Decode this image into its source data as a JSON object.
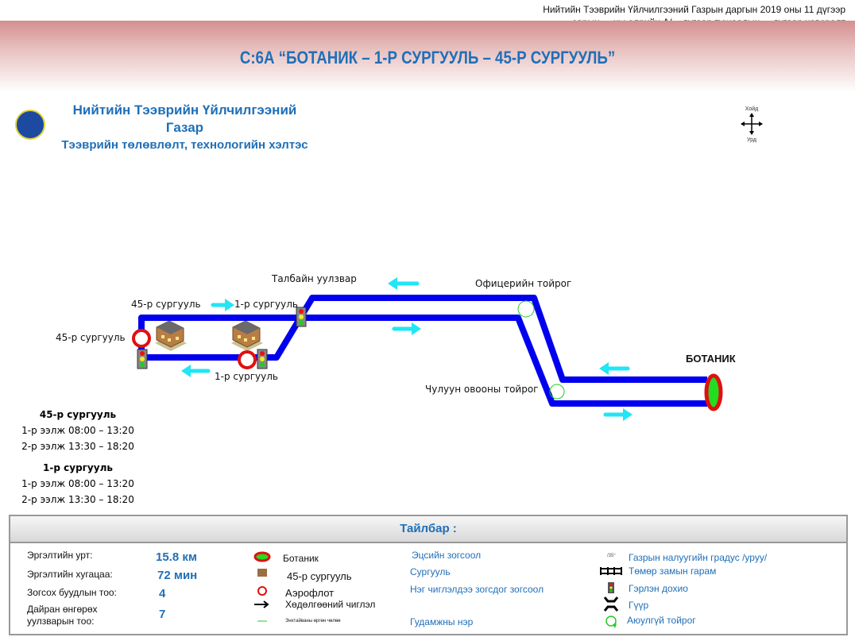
{
  "decree": {
    "line1": "Нийтийн Тээврийн Үйлчилгээний Газрын даргын 2019 оны 11 дүгээр",
    "line2": "сарын ...-ны өдрийн  А/... дугаар тушаалын ... дугаар хавсралт"
  },
  "title": "С:6А “БОТАНИК – 1-Р СУРГУУЛЬ – 45-Р СУРГУУЛЬ”",
  "org": {
    "name1": "Нийтийн Тээврийн Үйлчилгээний",
    "name2": "Газар",
    "dept": "Тээврийн төлөвлөлт, технологийн хэлтэс"
  },
  "compass": {
    "north": "Хойд",
    "south": "Урд"
  },
  "map": {
    "labels": {
      "talbai": "Талбайн уулзвар",
      "officer": "Офицерийн тойрог",
      "chuluun": "Чулуун овооны тойрог",
      "botanik": "БОТАНИК",
      "school45_top": "45-р сургууль",
      "school1_top": "1-р сургууль",
      "school45_left": "45-р сургууль",
      "school1_bottom": "1-р сургууль"
    },
    "colors": {
      "route": "#0000ee",
      "arrow": "#22e5f5",
      "stop": "#e01010",
      "terminal_fill": "#22dd22"
    }
  },
  "schedules": [
    {
      "name": "45-р сургууль",
      "shift1": "1-р ээлж 08:00 – 13:20",
      "shift2": "2-р ээлж 13:30 – 18:20"
    },
    {
      "name": "1-р сургууль",
      "shift1": "1-р ээлж 08:00 – 13:20",
      "shift2": "2-р ээлж 13:30 – 18:20"
    }
  ],
  "legend": {
    "title": "Тайлбар :",
    "stats": [
      {
        "label": "Эргэлтийн урт:",
        "value": "15.8 км"
      },
      {
        "label": "Эргэлтийн хугацаа:",
        "value": "72 мин"
      },
      {
        "label": "Зогсох буудлын тоо:",
        "value": "4"
      },
      {
        "label": "Дайран өнгөрөх уулзварын тоо:",
        "value": "7"
      }
    ],
    "symbols": [
      "Ботаник",
      "45-р сургууль",
      "Аэрофлот",
      "Хөдөлгөөний чиглэл",
      "Энхтайваны өргөн чөлөө"
    ],
    "types": [
      "Эцсийн зогсоол",
      "Сургууль",
      "Нэг чиглэлдээ зогсдог зогсоол",
      "Гудамжны нэр"
    ],
    "slope_sample": "/35°",
    "others": [
      "Газрын налуугийн градус /уруу/",
      "Төмөр замын гарам",
      "Гэрлэн дохио",
      "Гүүр",
      "Аюулгүй тойрог"
    ]
  }
}
